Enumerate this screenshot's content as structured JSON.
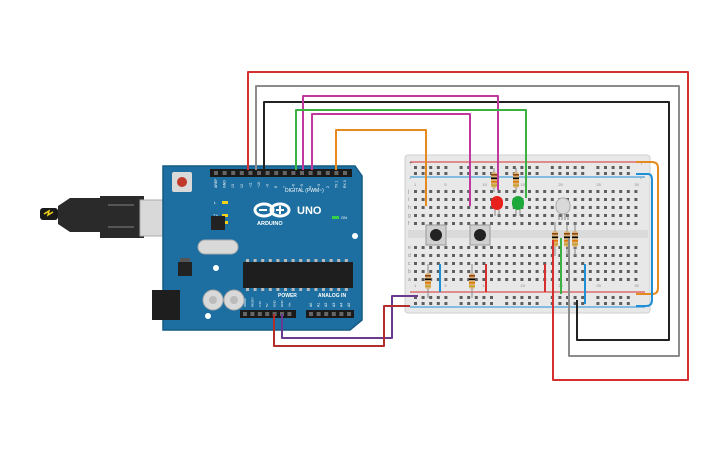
{
  "board": {
    "brand": "ARDUINO",
    "model": "UNO",
    "digital_label": "DIGITAL (PWM~)",
    "power_label": "POWER",
    "analog_label": "ANALOG IN",
    "on_label": "ON",
    "tx_label": "TX",
    "rx_label": "RX",
    "l_label": "L",
    "digital_pins": [
      "AREF",
      "GND",
      "13",
      "12",
      "~11",
      "~10",
      "~9",
      "8",
      "7",
      "~6",
      "~5",
      "4",
      "~3",
      "2",
      "TX 1",
      "RX 0"
    ],
    "power_pins": [
      "IOREF",
      "RESET",
      "3.3V",
      "5V",
      "GND",
      "GND",
      "Vin"
    ],
    "analog_pins": [
      "A0",
      "A1",
      "A2",
      "A3",
      "A4",
      "A5"
    ]
  },
  "breadboard": {
    "rail_plus": "+",
    "rail_minus": "-",
    "row_letters_top": [
      "j",
      "i",
      "h",
      "g",
      "f"
    ],
    "row_letters_bottom": [
      "e",
      "d",
      "c",
      "b",
      "a"
    ],
    "column_numbers": [
      "1",
      "5",
      "10",
      "15",
      "20",
      "25",
      "30"
    ]
  },
  "components": {
    "leds": [
      {
        "color": "#e8211c"
      },
      {
        "color": "#1fa83a"
      }
    ],
    "rgb_led": {
      "color": "#d9d9d9"
    },
    "buttons": 2,
    "resistors": 7
  },
  "wire_colors": {
    "red": "#d62f2f",
    "gray": "#8c8c8c",
    "black": "#222222",
    "green": "#3cb043",
    "magenta": "#c0379e",
    "orange": "#e68a1f",
    "purple": "#6a3a8f",
    "blue": "#1f8fd6"
  }
}
